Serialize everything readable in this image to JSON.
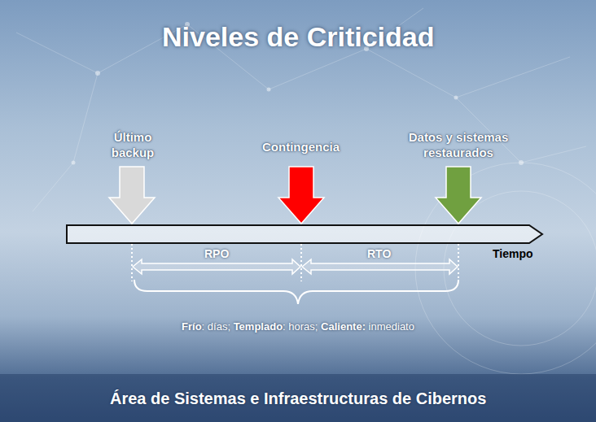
{
  "diagram": {
    "title": "Niveles de Criticidad",
    "caption": "Área de Sistemas e Infraestructuras de Cibernos",
    "labels": [
      "Último backup",
      "Contingencia",
      "Datos y sistemas restaurados",
      "Tiempo",
      "RPO",
      "RTO",
      "Frío",
      ": días;",
      "Templado",
      ": horas;",
      "Caliente:",
      "inmediato"
    ]
  }
}
